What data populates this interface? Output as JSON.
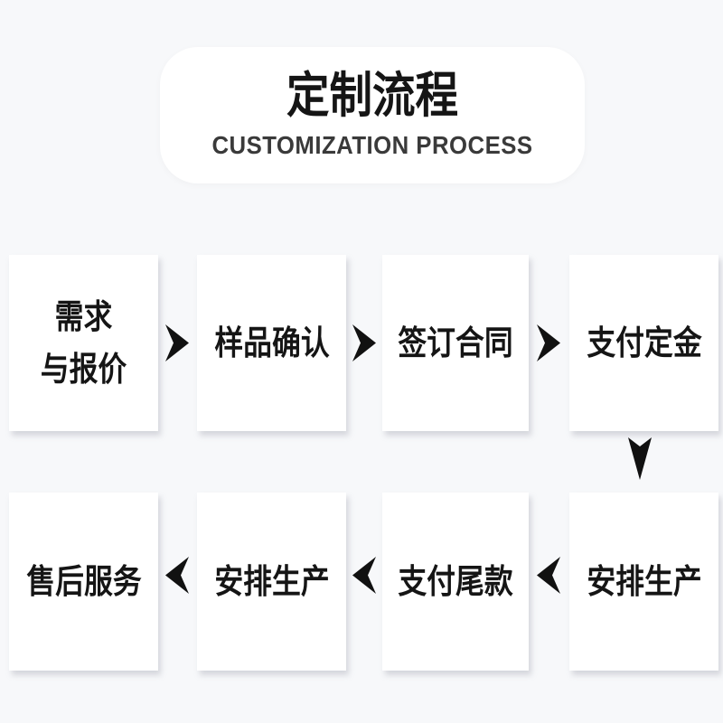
{
  "colors": {
    "background": "#f7f8fa",
    "card": "#ffffff",
    "text": "#151515",
    "subtitle_text": "#3a3a3a",
    "arrow": "#111111"
  },
  "header": {
    "title": "定制流程",
    "subtitle": "CUSTOMIZATION PROCESS"
  },
  "flow": {
    "top_row": {
      "direction": "left-to-right",
      "steps": [
        {
          "lines": [
            "需求",
            "与报价"
          ]
        },
        {
          "lines": [
            "样品确认"
          ]
        },
        {
          "lines": [
            "签订合同"
          ]
        },
        {
          "lines": [
            "支付定金"
          ]
        }
      ]
    },
    "bottom_row": {
      "direction": "right-to-left",
      "steps": [
        {
          "lines": [
            "售后服务"
          ]
        },
        {
          "lines": [
            "安排生产"
          ]
        },
        {
          "lines": [
            "支付尾款"
          ]
        },
        {
          "lines": [
            "安排生产"
          ]
        }
      ]
    },
    "icons": {
      "forward_arrow": "arrow-right-dart",
      "backward_arrow": "arrow-left-dart",
      "down_arrow": "arrow-down-dart"
    }
  }
}
